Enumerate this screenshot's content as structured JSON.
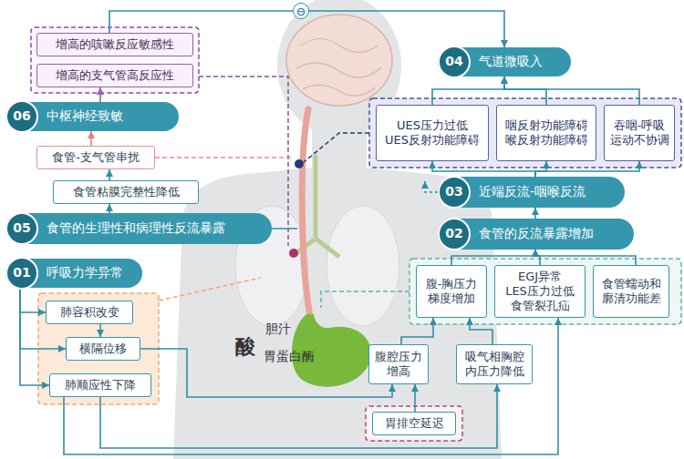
{
  "diagram": {
    "nodes": [
      {
        "text": [
          "增高的咳嗽反应敏感性"
        ]
      },
      {
        "text": [
          "增高的支气管高反应性"
        ]
      },
      {
        "text": [
          "06",
          "中枢神经致敏"
        ]
      },
      {
        "text": [
          "食管-支气管串扰"
        ]
      },
      {
        "text": [
          "食管粘膜完整性降低"
        ]
      },
      {
        "text": [
          "05",
          "食管的生理性和病理性反流暴露"
        ]
      },
      {
        "text": [
          "01",
          "呼吸力学异常"
        ]
      },
      {
        "text": [
          "肺容积改变"
        ]
      },
      {
        "text": [
          "横隔位移"
        ]
      },
      {
        "text": [
          "肺顺应性下降"
        ]
      },
      {
        "text": [
          "04",
          "气道微吸入"
        ]
      },
      {
        "text": [
          "UES压力过低 UES反射功能障碍"
        ]
      },
      {
        "text": [
          "咽反射功能障碍 喉反射功能障碍"
        ]
      },
      {
        "text": [
          "吞咽-呼吸运动不协调"
        ]
      },
      {
        "text": [
          "03",
          "近端反流-咽喉反流"
        ]
      },
      {
        "text": [
          "02",
          "食管的反流暴露增加"
        ]
      },
      {
        "text": [
          "腹-胸压力梯度增加"
        ]
      },
      {
        "text": [
          "EGJ异常 LES压力过低 食管裂孔疝"
        ]
      },
      {
        "text": [
          "食管蠕动和廓清功能差"
        ]
      },
      {
        "text": [
          "腹腔压力增高"
        ]
      },
      {
        "text": [
          "吸气相胸腔内压力降低"
        ]
      },
      {
        "text": [
          "胃排空延迟"
        ]
      }
    ],
    "edges": [
      {
        "from": 0,
        "to": 10,
        "arrow": "to",
        "label": "⊖"
      },
      {
        "from": 2,
        "to": 1,
        "arrow": "to"
      },
      {
        "from": 3,
        "to": 2,
        "arrow": "to"
      },
      {
        "from": 4,
        "to": 3,
        "arrow": "to"
      },
      {
        "from": 5,
        "to": 4,
        "arrow": "to"
      },
      {
        "from": 6,
        "to": 7,
        "arrow": "to"
      },
      {
        "from": 6,
        "to": 8,
        "arrow": "to"
      },
      {
        "from": 6,
        "to": 9,
        "arrow": "to"
      },
      {
        "from": 7,
        "to": 8,
        "arrow": "to"
      },
      {
        "from": 8,
        "to": 19,
        "arrow": "to"
      },
      {
        "from": 9,
        "to": 20,
        "arrow": "to"
      },
      {
        "from": 9,
        "to": 17,
        "arrow": "to"
      },
      {
        "from": 19,
        "to": 16,
        "arrow": "to"
      },
      {
        "from": 20,
        "to": 16,
        "arrow": "to"
      },
      {
        "from": 21,
        "to": 19,
        "arrow": "to"
      },
      {
        "from": 16,
        "to": 15,
        "arrow": "to"
      },
      {
        "from": 17,
        "to": 15,
        "arrow": "to"
      },
      {
        "from": 18,
        "to": 15,
        "arrow": "to"
      },
      {
        "from": 15,
        "to": 14,
        "arrow": "to"
      },
      {
        "from": 14,
        "to": 11,
        "arrow": "to"
      },
      {
        "from": 14,
        "to": 12,
        "arrow": "to"
      },
      {
        "from": 14,
        "to": 13,
        "arrow": "to"
      },
      {
        "from": 11,
        "to": 10,
        "arrow": "to"
      },
      {
        "from": 12,
        "to": 10,
        "arrow": "to"
      },
      {
        "from": 13,
        "to": 10,
        "arrow": "to"
      }
    ],
    "labels": [
      "酸",
      "胆汁",
      "胃蛋白酶"
    ]
  }
}
